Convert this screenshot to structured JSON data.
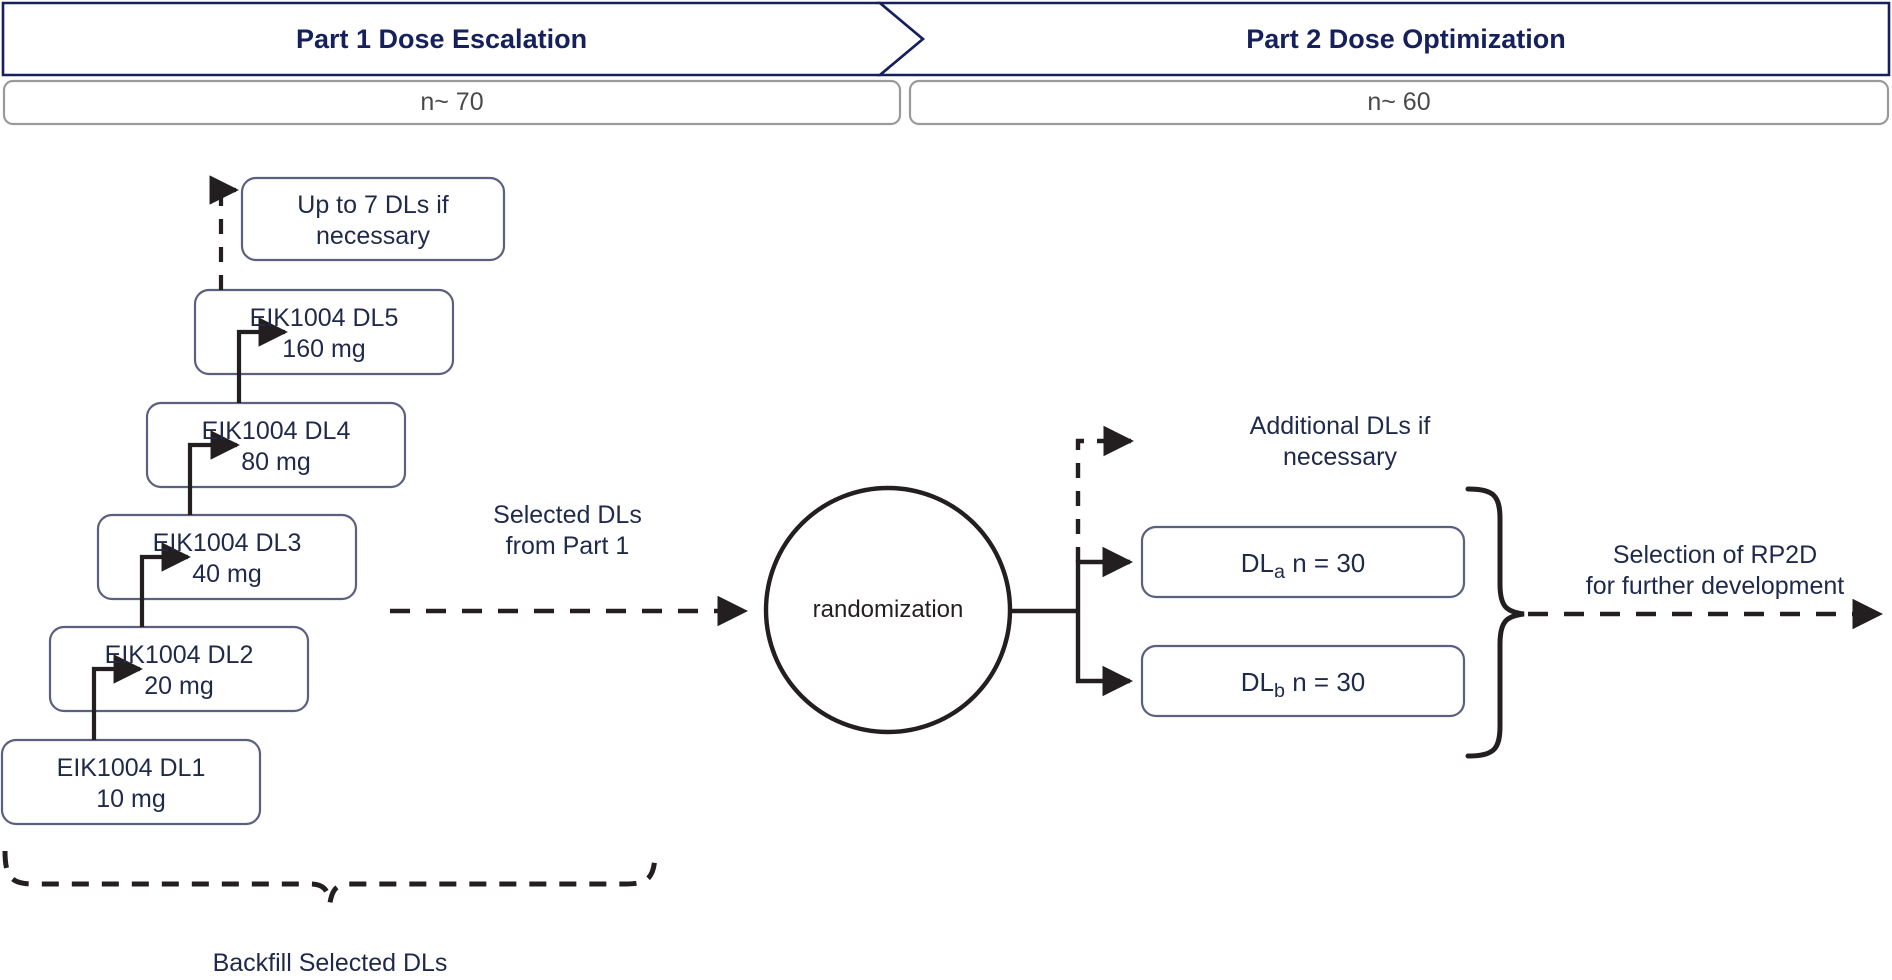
{
  "colors": {
    "banner_border": "#16205c",
    "banner_title_text": "#16205c",
    "nbar_border": "#9a9a9a",
    "nbar_text": "#4a4a4a",
    "box_border": "#5b6080",
    "box_text": "#1f2a4a",
    "connector": "#231f20",
    "background": "#ffffff"
  },
  "header": {
    "parts": [
      {
        "title": "Part 1 Dose Escalation",
        "n_label": "n~ 70"
      },
      {
        "title": "Part 2 Dose Optimization",
        "n_label": "n~ 60"
      }
    ]
  },
  "part1": {
    "note_box": {
      "line1": "Up to 7 DLs if",
      "line2": "necessary"
    },
    "dose_levels": [
      {
        "name": "EIK1004 DL5",
        "dose": "160 mg"
      },
      {
        "name": "EIK1004 DL4",
        "dose": "80 mg"
      },
      {
        "name": "EIK1004 DL3",
        "dose": "40 mg"
      },
      {
        "name": "EIK1004 DL2",
        "dose": "20 mg"
      },
      {
        "name": "EIK1004 DL1",
        "dose": "10 mg"
      }
    ],
    "backfill_label": "Backfill Selected DLs"
  },
  "transition": {
    "line1": "Selected DLs",
    "line2": "from Part 1"
  },
  "part2": {
    "randomization_label": "randomization",
    "additional_note": {
      "line1": "Additional DLs if",
      "line2": "necessary"
    },
    "arms": [
      {
        "prefix": "DL",
        "subscript": "a",
        "suffix": " n = 30"
      },
      {
        "prefix": "DL",
        "subscript": "b",
        "suffix": " n = 30"
      }
    ]
  },
  "outcome": {
    "line1": "Selection of RP2D",
    "line2": "for further development"
  }
}
